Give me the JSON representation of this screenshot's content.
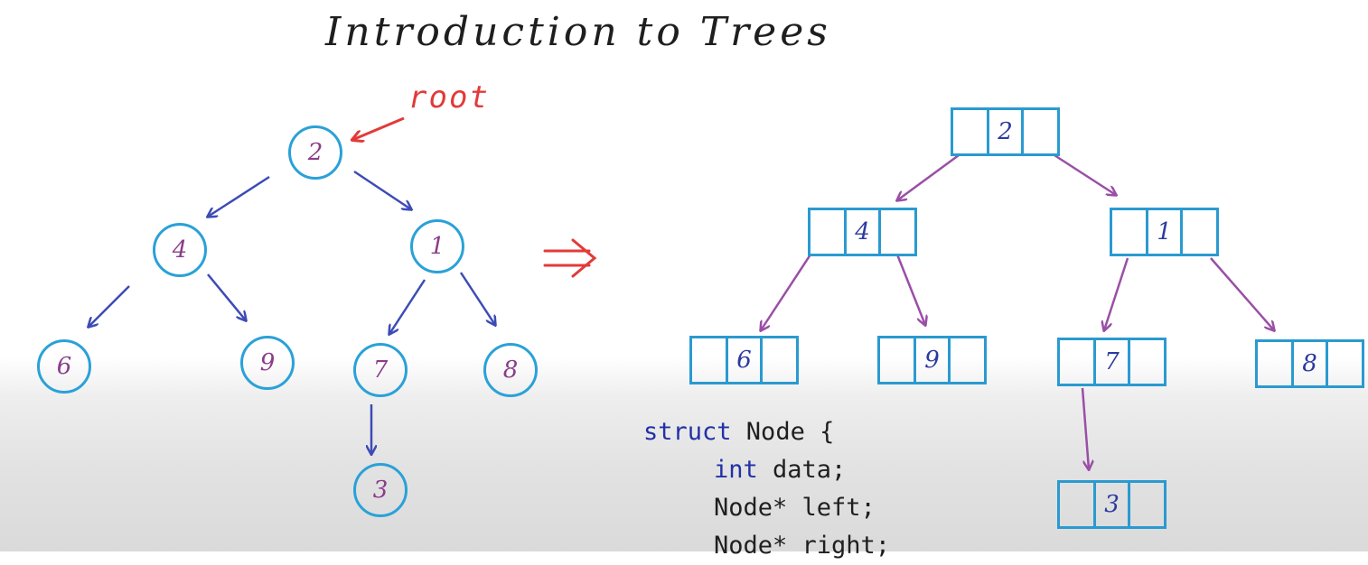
{
  "title": "Introduction to Trees",
  "root_label": "root",
  "transform_symbol": "⇒",
  "tree_nodes": [
    "2",
    "4",
    "1",
    "6",
    "9",
    "7",
    "8",
    "3"
  ],
  "node_boxes": [
    "2",
    "4",
    "1",
    "6",
    "9",
    "7",
    "8",
    "3"
  ],
  "code": {
    "line1_kw": "struct",
    "line1_rest": " Node {",
    "line2_kw": "int",
    "line2_rest": " data;",
    "line3": "Node* left;",
    "line4": "Node* right;"
  },
  "colors": {
    "node_outline": "#2aa1d8",
    "tree_arrow": "#3d4bb5",
    "box_arrow": "#9a4fa6",
    "root_marker": "#e23a3a",
    "keyword": "#2231a6"
  }
}
